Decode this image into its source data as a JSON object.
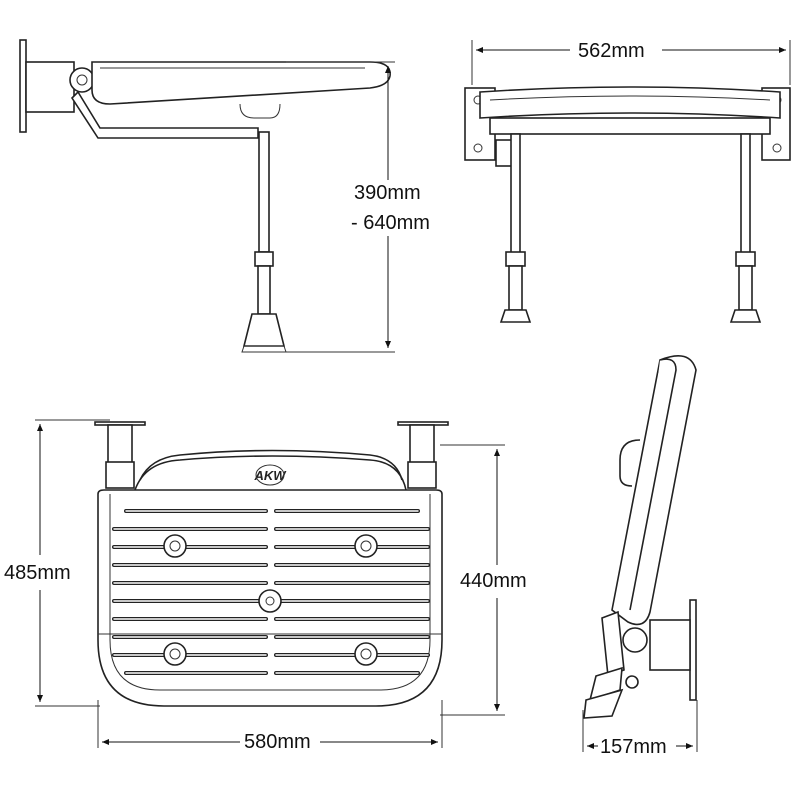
{
  "title": "Folding shower seat dimension drawing",
  "views": {
    "side_view": {
      "height_min": "390mm",
      "height_max": "- 640mm"
    },
    "front_view": {
      "width": "562mm"
    },
    "top_view": {
      "depth": "485mm",
      "seat_depth": "440mm",
      "width": "580mm",
      "logo": "AKW"
    },
    "folded_view": {
      "projection": "157mm"
    }
  }
}
